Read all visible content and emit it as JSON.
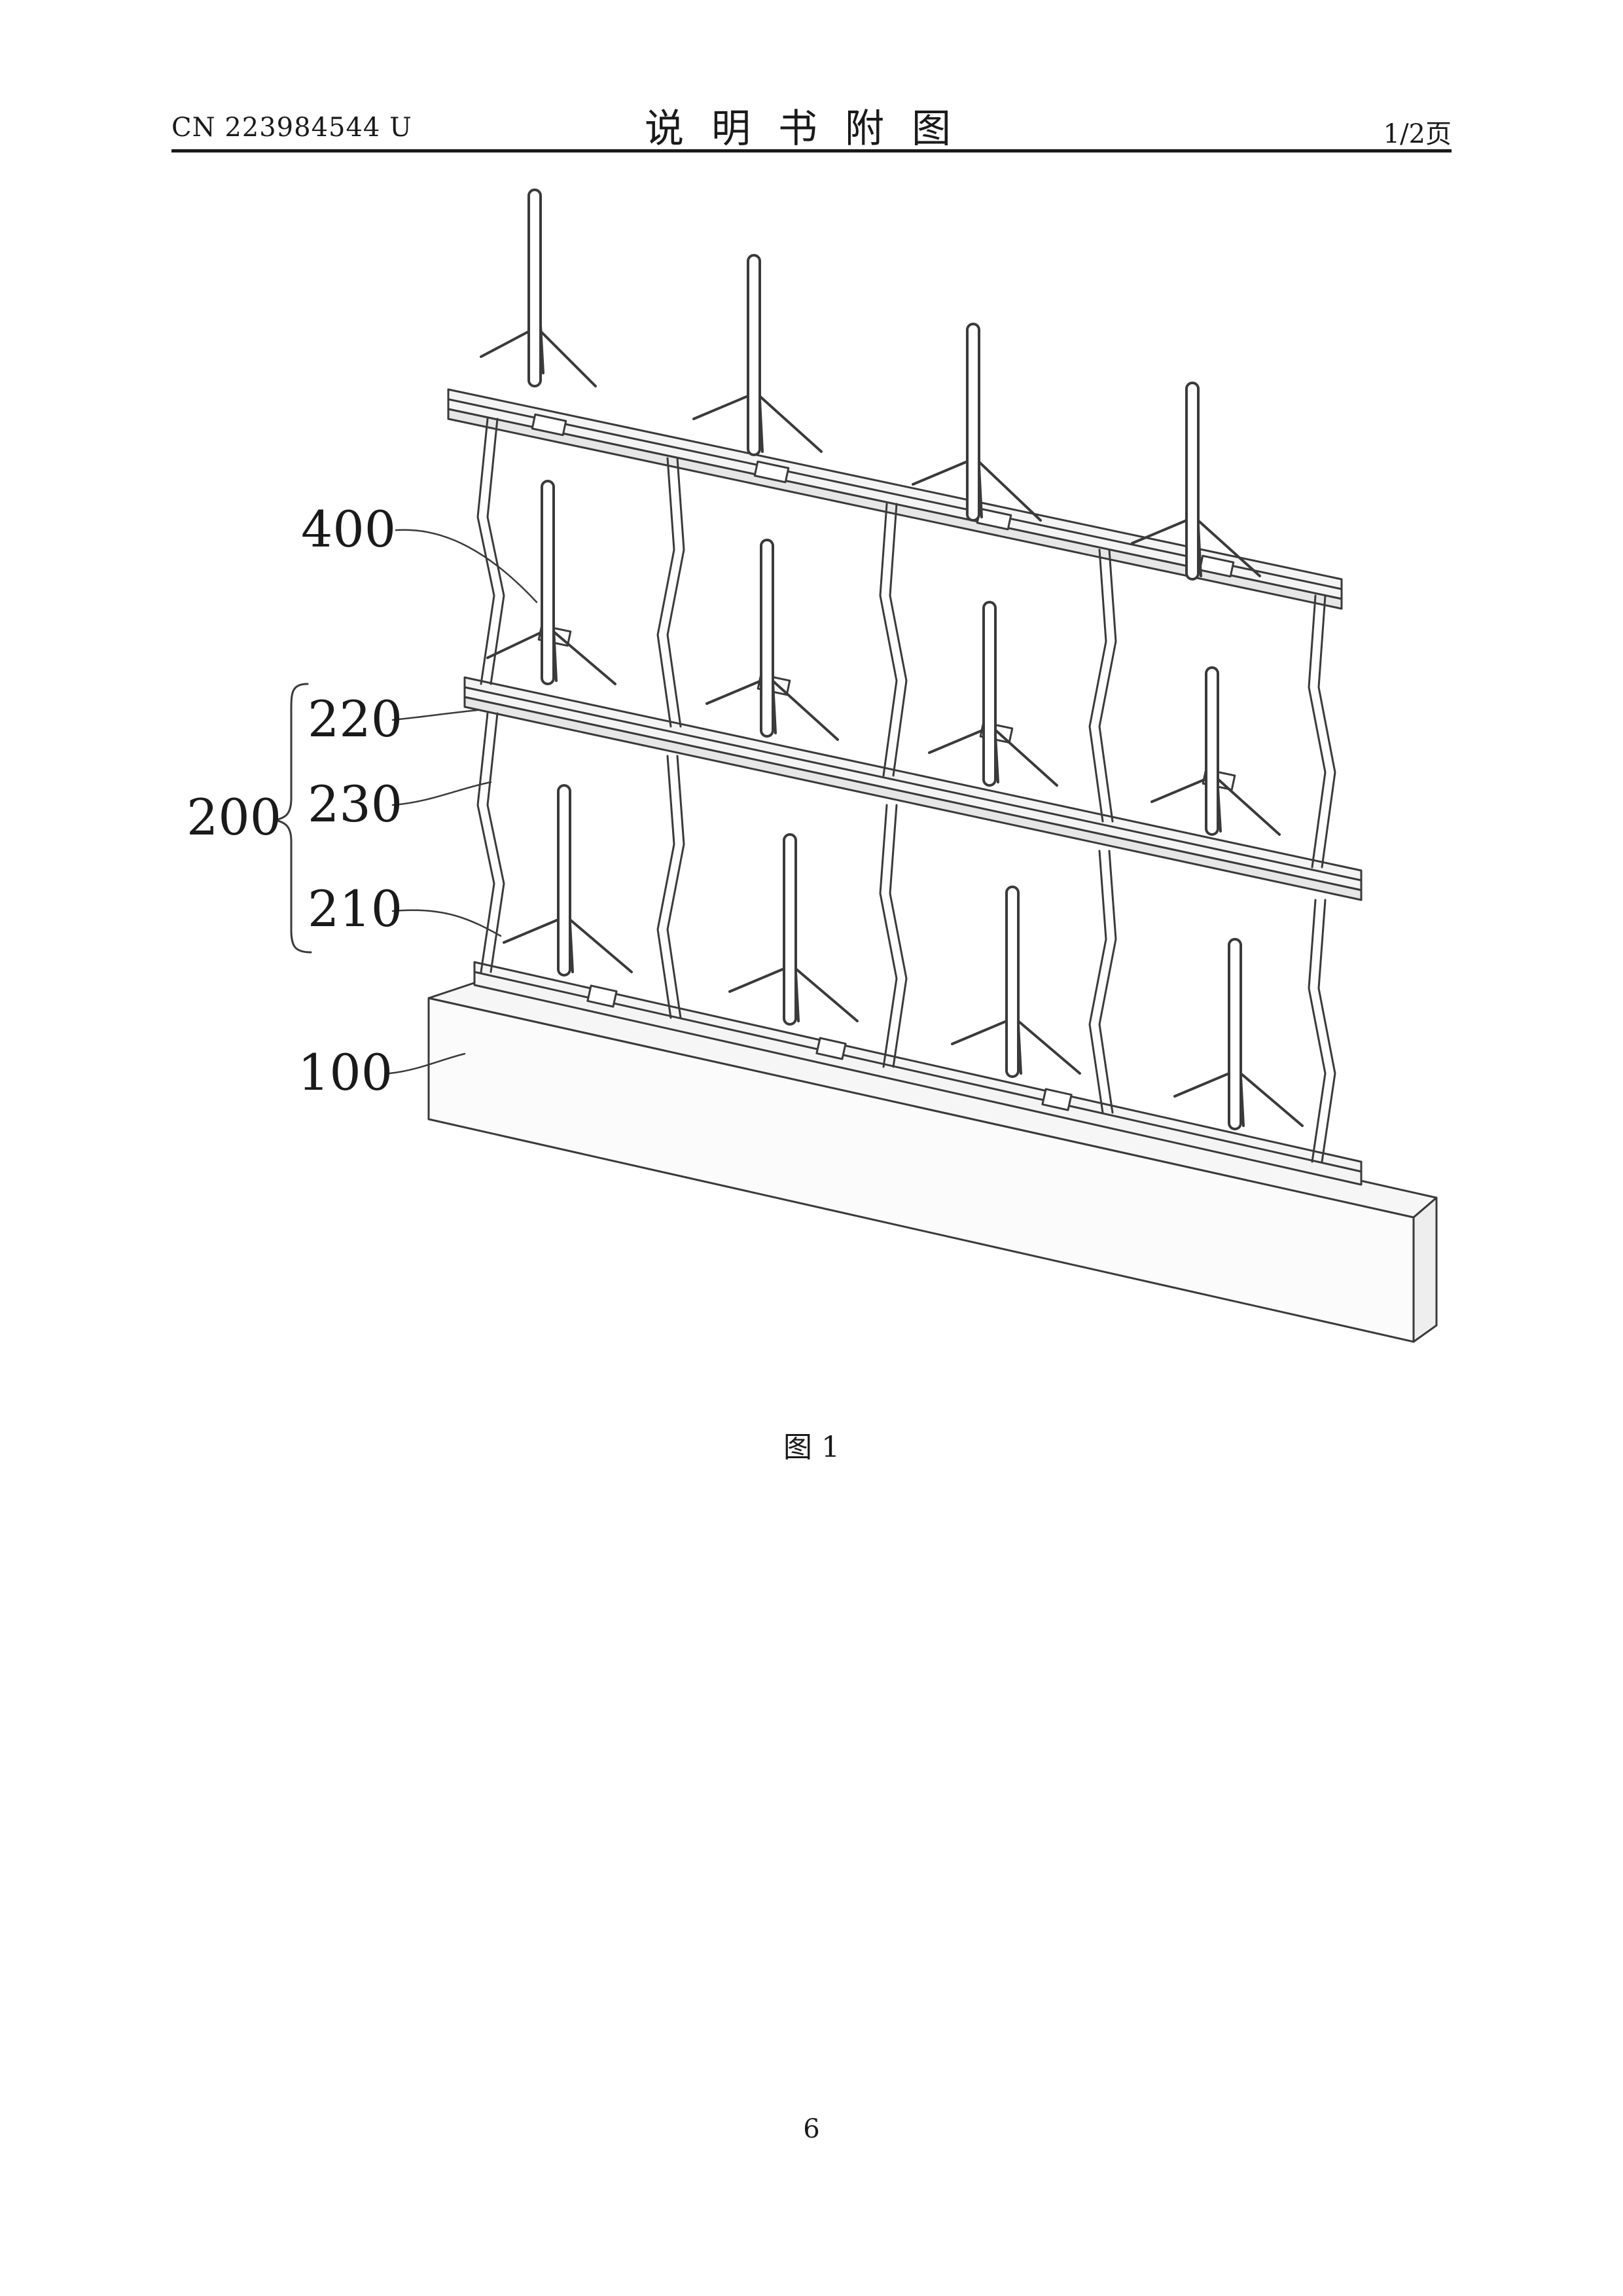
{
  "header": {
    "publication_number": "CN 223984544 U",
    "title": "说明书附图",
    "page_count": "1/2页"
  },
  "figure": {
    "caption": "图 1",
    "reference_labels": {
      "r400": "400",
      "r220": "220",
      "r200": "200",
      "r230": "230",
      "r210": "210",
      "r100": "100"
    }
  },
  "footer": {
    "page_number": "6"
  }
}
